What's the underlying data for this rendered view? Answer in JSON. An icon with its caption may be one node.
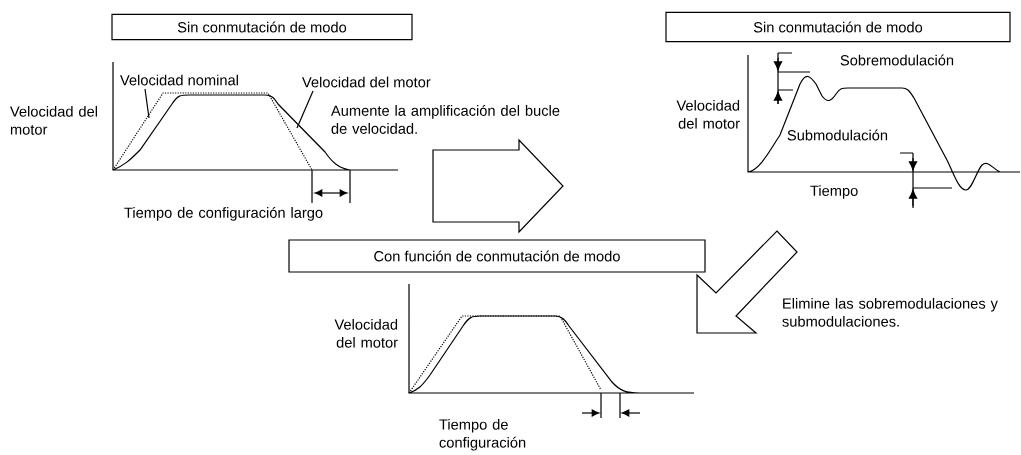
{
  "diagram": {
    "nodes": [
      {
        "text": [
          "Sin conmutación de modo"
        ]
      },
      {
        "text": [
          "Velocidad nominal"
        ]
      },
      {
        "text": [
          "Velocidad del motor"
        ]
      },
      {
        "text": [
          "Sin conmutación de modo"
        ]
      },
      {
        "text": [
          "Con función de conmutación de modo"
        ]
      }
    ],
    "edges": [
      {
        "from": 1,
        "to": null,
        "arrow": "none"
      },
      {
        "from": 2,
        "to": null,
        "arrow": "none"
      }
    ],
    "labels": [
      "Velocidad del motor",
      "Aumente la amplificación del bucle de velocidad.",
      "Tiempo de configuración largo",
      "Sobremodulación",
      "Velocidad del motor",
      "Submodulación",
      "Tiempo",
      "Elimine las sobremodulaciones y submodulaciones.",
      "Velocidad del motor",
      "Tiempo de configuración"
    ]
  }
}
